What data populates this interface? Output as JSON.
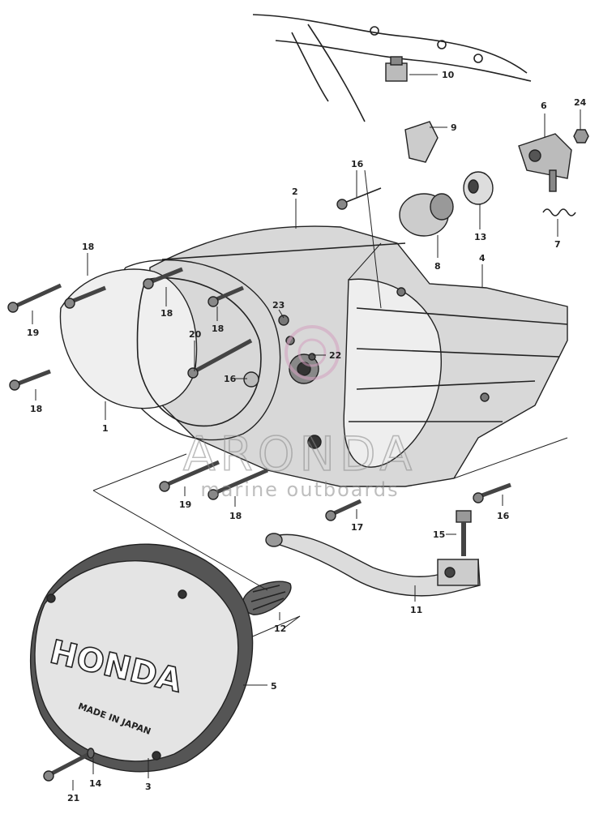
{
  "diagram": {
    "callouts": [
      {
        "id": "10",
        "label": "10"
      },
      {
        "id": "9",
        "label": "9"
      },
      {
        "id": "6",
        "label": "6"
      },
      {
        "id": "24",
        "label": "24"
      },
      {
        "id": "16a",
        "label": "16"
      },
      {
        "id": "2",
        "label": "2"
      },
      {
        "id": "13",
        "label": "13"
      },
      {
        "id": "7",
        "label": "7"
      },
      {
        "id": "8",
        "label": "8"
      },
      {
        "id": "4",
        "label": "4"
      },
      {
        "id": "18a",
        "label": "18"
      },
      {
        "id": "19a",
        "label": "19"
      },
      {
        "id": "18b",
        "label": "18"
      },
      {
        "id": "18c",
        "label": "18"
      },
      {
        "id": "23",
        "label": "23"
      },
      {
        "id": "20",
        "label": "20"
      },
      {
        "id": "22",
        "label": "22"
      },
      {
        "id": "16b",
        "label": "16"
      },
      {
        "id": "18d",
        "label": "18"
      },
      {
        "id": "1",
        "label": "1"
      },
      {
        "id": "19b",
        "label": "19"
      },
      {
        "id": "18e",
        "label": "18"
      },
      {
        "id": "17",
        "label": "17"
      },
      {
        "id": "16c",
        "label": "16"
      },
      {
        "id": "15",
        "label": "15"
      },
      {
        "id": "11",
        "label": "11"
      },
      {
        "id": "12",
        "label": "12"
      },
      {
        "id": "5",
        "label": "5"
      },
      {
        "id": "21",
        "label": "21"
      },
      {
        "id": "14",
        "label": "14"
      },
      {
        "id": "3",
        "label": "3"
      }
    ]
  },
  "cover_emblem": {
    "brand": "HONDA",
    "origin": "MADE IN JAPAN"
  },
  "watermark": {
    "brand": "ARONDA",
    "tagline": "marine outboards",
    "color": "#d4a0c0"
  },
  "colors": {
    "ink": "#222222",
    "paper": "#ffffff"
  }
}
